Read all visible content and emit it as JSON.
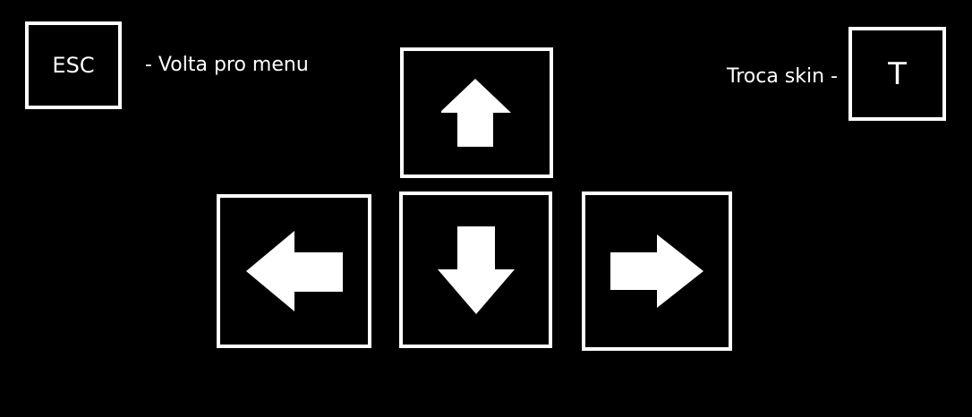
{
  "colors": {
    "background": "#000000",
    "foreground": "#ffffff"
  },
  "controls": {
    "esc": {
      "key_label": "ESC",
      "description": "- Volta pro menu"
    },
    "skin": {
      "key_label": "T",
      "description": "Troca skin -"
    },
    "arrows": {
      "up": "arrow-up-icon",
      "down": "arrow-down-icon",
      "left": "arrow-left-icon",
      "right": "arrow-right-icon"
    }
  }
}
